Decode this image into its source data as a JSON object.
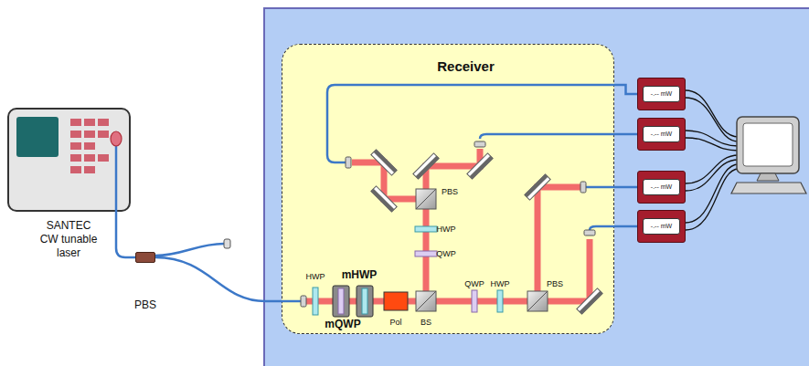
{
  "diagram": {
    "nodes": [
      {
        "text": [
          "SANTEC CW tunable laser"
        ]
      },
      {
        "text": [
          "PBS"
        ]
      },
      {
        "text": [
          "Receiver"
        ]
      },
      {
        "text": [
          "-.-- mW"
        ]
      },
      {
        "text": [
          "-.-- mW"
        ]
      },
      {
        "text": [
          "-.-- mW"
        ]
      },
      {
        "text": [
          "-.-- mW"
        ]
      }
    ],
    "edges": [
      {
        "from": 0,
        "to": 1,
        "arrow": "none"
      },
      {
        "from": 1,
        "to": 2,
        "arrow": "none"
      },
      {
        "from": 2,
        "to": 3,
        "arrow": "none"
      },
      {
        "from": 2,
        "to": 4,
        "arrow": "none"
      },
      {
        "from": 2,
        "to": 5,
        "arrow": "none"
      },
      {
        "from": 2,
        "to": 6,
        "arrow": "none"
      }
    ],
    "labels": [
      "PBS",
      "HWP",
      "QWP",
      "HWP",
      "mHWP",
      "QWP",
      "HWP",
      "PBS",
      "mQWP",
      "Pol",
      "BS"
    ]
  }
}
